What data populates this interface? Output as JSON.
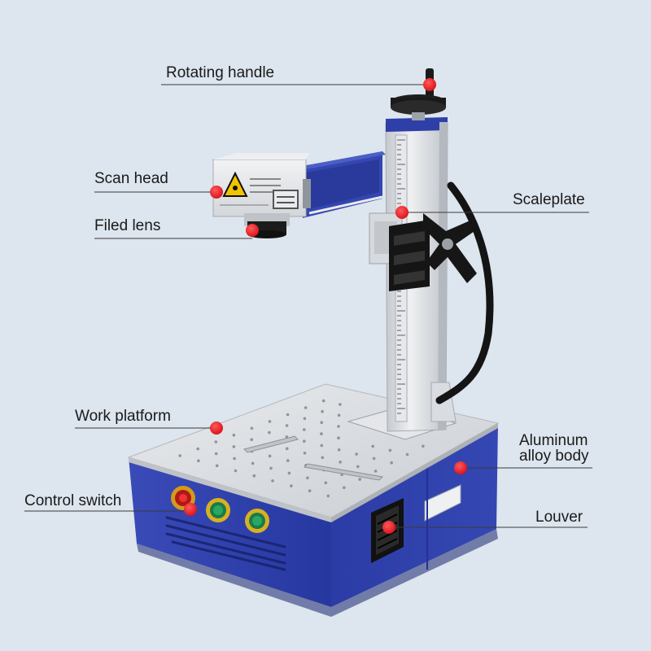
{
  "colors": {
    "background": "#dde5ee",
    "body_blue": "#2f3fa8",
    "marker_red": "#e8141e",
    "leader_line": "#3a3a3a",
    "aluminum": "#d6d9dd"
  },
  "callouts": {
    "rotating_handle": "Rotating handle",
    "scan_head": "Scan head",
    "filed_lens": "Filed lens",
    "scaleplate": "Scaleplate",
    "work_platform": "Work platform",
    "aluminum_body_line1": "Aluminum",
    "aluminum_body_line2": "alloy body",
    "control_switch": "Control switch",
    "louver": "Louver"
  }
}
